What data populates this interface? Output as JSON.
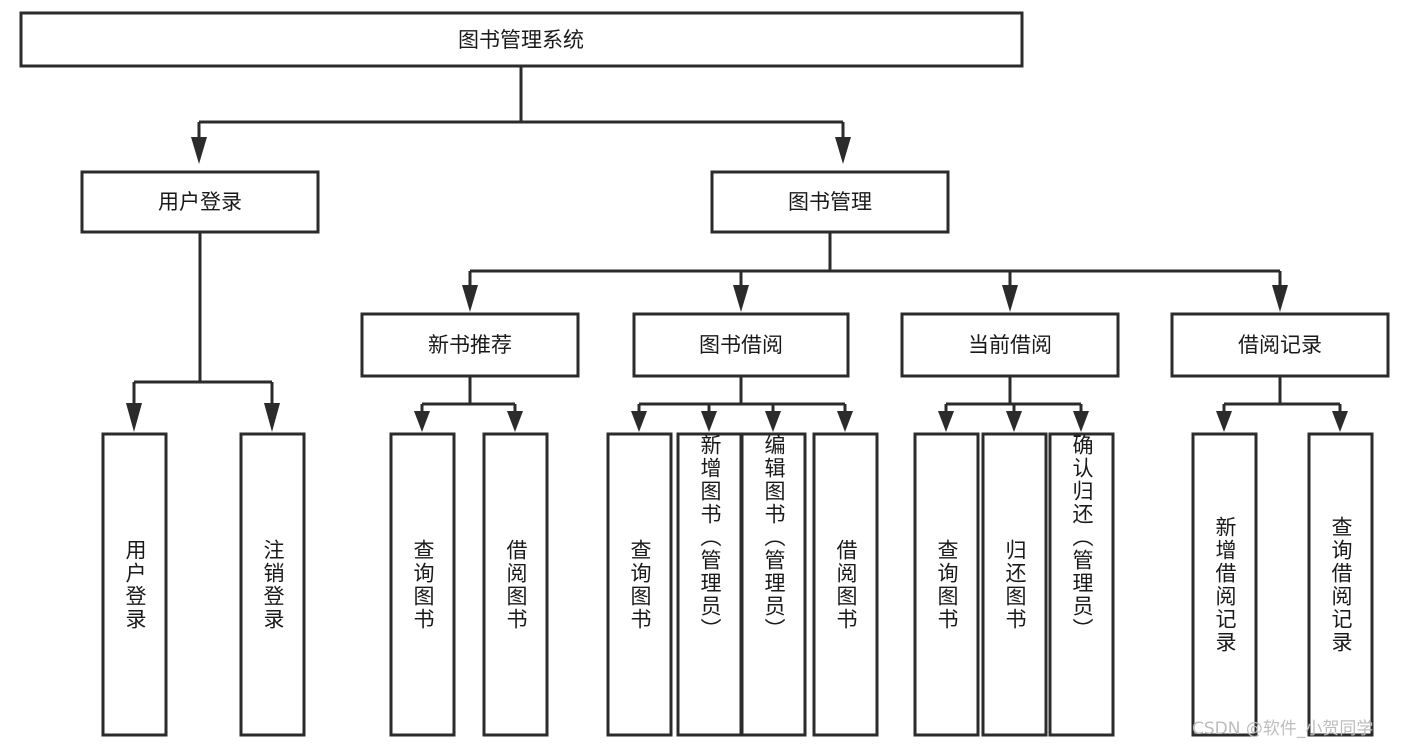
{
  "diagram": {
    "title": "图书管理系统",
    "type": "tree",
    "watermark": "CSDN @软件_小贺同学",
    "colors": {
      "stroke": "#2b2b2b",
      "node_fill": "#ffffff",
      "text": "#1a1a1a",
      "background": "#ffffff",
      "watermark": "#bdbdbd"
    },
    "levels": {
      "root": {
        "label": "图书管理系统"
      },
      "level2": [
        {
          "label": "用户登录"
        },
        {
          "label": "图书管理"
        }
      ],
      "level3": [
        {
          "label": "新书推荐"
        },
        {
          "label": "图书借阅"
        },
        {
          "label": "当前借阅"
        },
        {
          "label": "借阅记录"
        }
      ]
    },
    "leaves": {
      "user_login": [
        {
          "label": "用户登录"
        },
        {
          "label": "注销登录"
        }
      ],
      "new_book_recommend": [
        {
          "label": "查询图书"
        },
        {
          "label": "借阅图书"
        }
      ],
      "book_borrow": [
        {
          "label": "查询图书"
        },
        {
          "label": "新增图书（管理员）"
        },
        {
          "label": "编辑图书（管理员）"
        },
        {
          "label": "借阅图书"
        }
      ],
      "current_borrow": [
        {
          "label": "查询图书"
        },
        {
          "label": "归还图书"
        },
        {
          "label": "确认归还（管理员）"
        }
      ],
      "borrow_record": [
        {
          "label": "新增借阅记录"
        },
        {
          "label": "查询借阅记录"
        }
      ]
    }
  }
}
